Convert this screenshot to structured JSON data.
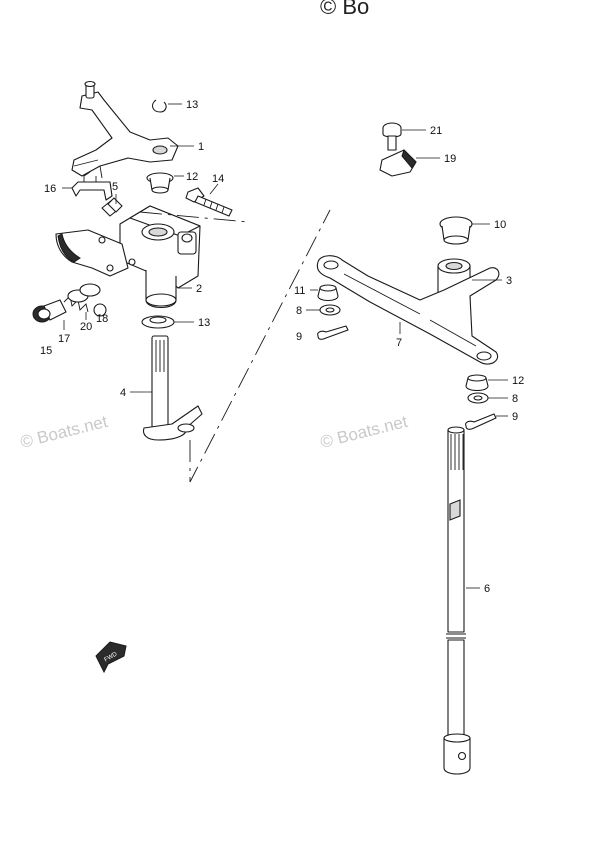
{
  "watermarks": {
    "top": "© Bo",
    "left": "© Boats.net",
    "right": "© Boats.net"
  },
  "callouts": {
    "c1": "1",
    "c2": "2",
    "c3": "3",
    "c4": "4",
    "c5": "5",
    "c6": "6",
    "c7": "7",
    "c8a": "8",
    "c8b": "8",
    "c9a": "9",
    "c9b": "9",
    "c10": "10",
    "c11": "11",
    "c12a": "12",
    "c12b": "12",
    "c13a": "13",
    "c13b": "13",
    "c14": "14",
    "c15": "15",
    "c16": "16",
    "c17": "17",
    "c18": "18",
    "c19": "19",
    "c20": "20",
    "c21": "21"
  },
  "fwd_label": "FWD"
}
